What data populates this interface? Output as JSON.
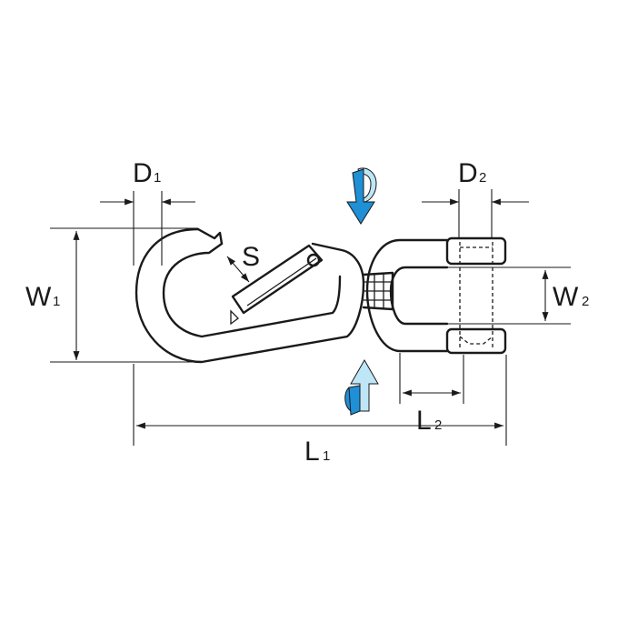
{
  "labels": {
    "d1": {
      "main": "D",
      "sub": "1"
    },
    "d2": {
      "main": "D",
      "sub": "2"
    },
    "w1": {
      "main": "W",
      "sub": "1"
    },
    "w2": {
      "main": "W",
      "sub": "2"
    },
    "l1": {
      "main": "L",
      "sub": "1"
    },
    "l2": {
      "main": "L",
      "sub": "2"
    },
    "s": {
      "main": "S"
    }
  },
  "colors": {
    "line": "#1a1a1a",
    "arrow_fill": "#1f8fd6",
    "arrow_light": "#bfe6f7"
  },
  "icons": [
    "rotate-down-arrow-icon",
    "rotate-up-arrow-icon"
  ]
}
